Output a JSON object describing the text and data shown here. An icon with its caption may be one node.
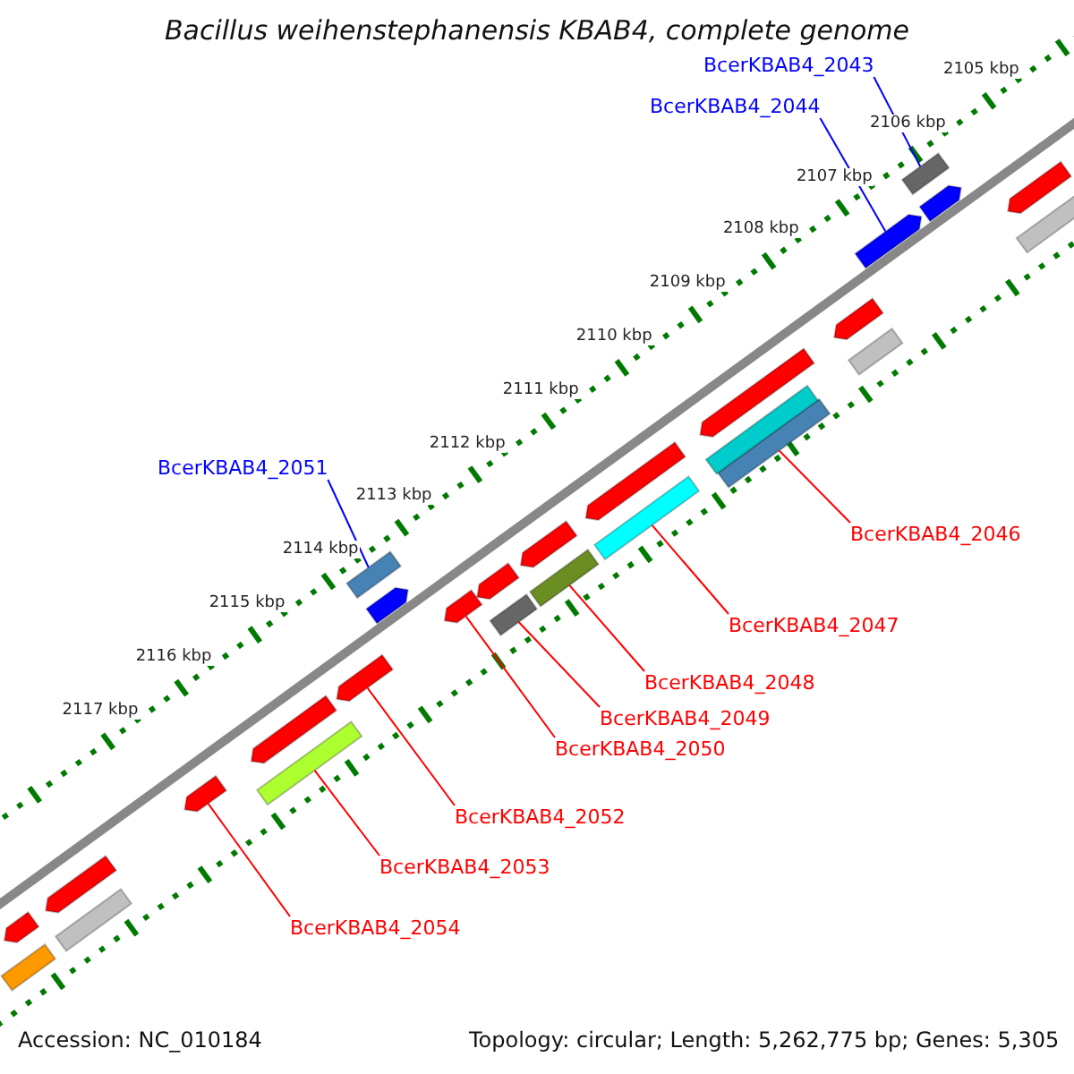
{
  "diagram": {
    "title": "Bacillus weihenstephanensis KBAB4, complete genome",
    "nodes": [
      {
        "text": [
          "BcerKBAB4_2043"
        ]
      },
      {
        "text": [],
        "shape": "bar"
      },
      {
        "text": [
          "BcerKBAB4_2044"
        ]
      },
      {
        "text": [],
        "shape": "arrow"
      },
      {
        "text": [
          "BcerKBAB4_2051"
        ]
      },
      {
        "text": [],
        "shape": "bar"
      },
      {
        "text": [
          "BcerKBAB4_2046"
        ]
      },
      {
        "text": [],
        "shape": "bar"
      },
      {
        "text": [
          "BcerKBAB4_2047"
        ]
      },
      {
        "text": [],
        "shape": "bar"
      },
      {
        "text": [
          "BcerKBAB4_2048"
        ]
      },
      {
        "text": [],
        "shape": "bar"
      },
      {
        "text": [
          "BcerKBAB4_2049"
        ]
      },
      {
        "text": [],
        "shape": "bar"
      },
      {
        "text": [
          "BcerKBAB4_2050"
        ]
      },
      {
        "text": [],
        "shape": "arrow"
      },
      {
        "text": [
          "BcerKBAB4_2052"
        ]
      },
      {
        "text": [],
        "shape": "arrow"
      },
      {
        "text": [
          "BcerKBAB4_2053"
        ]
      },
      {
        "text": [],
        "shape": "bar"
      },
      {
        "text": [
          "BcerKBAB4_2054"
        ]
      },
      {
        "text": [],
        "shape": "arrow"
      },
      {
        "text": [],
        "shape": "arrow"
      },
      {
        "text": [],
        "shape": "bar"
      },
      {
        "text": [],
        "shape": "arrow"
      },
      {
        "text": [],
        "shape": "bar"
      },
      {
        "text": [],
        "shape": "arrow"
      },
      {
        "text": [],
        "shape": "bar"
      },
      {
        "text": [],
        "shape": "arrow"
      },
      {
        "text": [],
        "shape": "arrow"
      },
      {
        "text": [],
        "shape": "arrow"
      },
      {
        "text": [],
        "shape": "arrow"
      },
      {
        "text": [],
        "shape": "arrow"
      },
      {
        "text": [],
        "shape": "arrow"
      },
      {
        "text": [],
        "shape": "arrow"
      },
      {
        "text": [],
        "shape": "bar"
      },
      {
        "text": [],
        "shape": "arrow"
      },
      {
        "text": [],
        "shape": "bar"
      }
    ],
    "edges": [
      {
        "from": 0,
        "to": 1,
        "arrow": "none",
        "color": "#0000ff"
      },
      {
        "from": 2,
        "to": 3,
        "arrow": "none",
        "color": "#0000ff"
      },
      {
        "from": 4,
        "to": 5,
        "arrow": "none",
        "color": "#0000ff"
      },
      {
        "from": 6,
        "to": 7,
        "arrow": "none"
      },
      {
        "from": 8,
        "to": 9,
        "arrow": "none"
      },
      {
        "from": 10,
        "to": 11,
        "arrow": "none"
      },
      {
        "from": 12,
        "to": 13,
        "arrow": "none"
      },
      {
        "from": 14,
        "to": 15,
        "arrow": "none"
      },
      {
        "from": 16,
        "to": 17,
        "arrow": "none"
      },
      {
        "from": 18,
        "to": 19,
        "arrow": "none"
      },
      {
        "from": 20,
        "to": 21,
        "arrow": "none"
      }
    ],
    "labels": [
      "2105 kbp",
      "2106 kbp",
      "2107 kbp",
      "2108 kbp",
      "2109 kbp",
      "2110 kbp",
      "2111 kbp",
      "2112 kbp",
      "2113 kbp",
      "2114 kbp",
      "2115 kbp",
      "2116 kbp",
      "2117 kbp",
      "Accession: NC_010184",
      "Topology: circular; Length: 5,262,775 bp; Genes: 5,305"
    ]
  }
}
